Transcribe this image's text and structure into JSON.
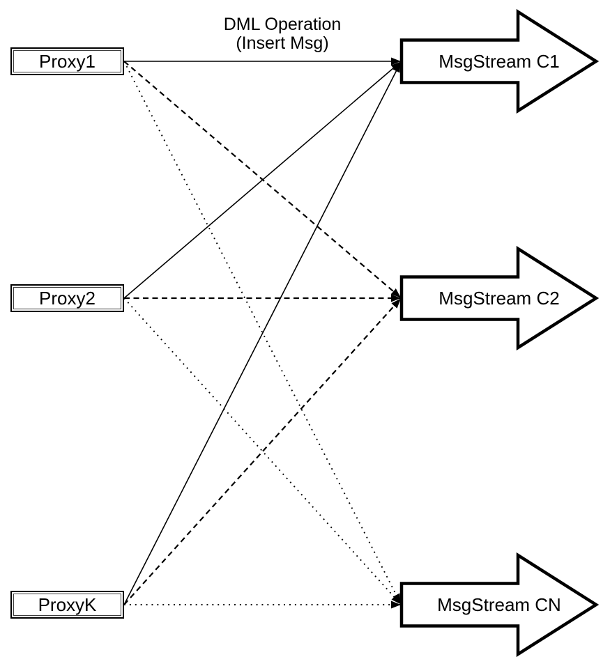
{
  "diagram": {
    "title": {
      "line1": "DML Operation",
      "line2": "(Insert Msg)"
    },
    "proxies": [
      {
        "id": "proxy1",
        "label": "Proxy1"
      },
      {
        "id": "proxy2",
        "label": "Proxy2"
      },
      {
        "id": "proxyk",
        "label": "ProxyK"
      }
    ],
    "streams": [
      {
        "id": "c1",
        "label": "MsgStream C1",
        "shape": "block-arrow-right"
      },
      {
        "id": "c2",
        "label": "MsgStream C2",
        "shape": "block-arrow-right"
      },
      {
        "id": "cn",
        "label": "MsgStream CN",
        "shape": "block-arrow-right"
      }
    ],
    "edges": [
      {
        "from": "Proxy1",
        "to": "MsgStream C1",
        "style": "solid",
        "arrowhead": "filled-triangle"
      },
      {
        "from": "Proxy1",
        "to": "MsgStream C2",
        "style": "dashed",
        "arrowhead": "filled-triangle"
      },
      {
        "from": "Proxy1",
        "to": "MsgStream CN",
        "style": "dotted",
        "arrowhead": "filled-triangle"
      },
      {
        "from": "Proxy2",
        "to": "MsgStream C1",
        "style": "solid",
        "arrowhead": "filled-triangle"
      },
      {
        "from": "Proxy2",
        "to": "MsgStream C2",
        "style": "dashed",
        "arrowhead": "filled-triangle"
      },
      {
        "from": "Proxy2",
        "to": "MsgStream CN",
        "style": "dotted",
        "arrowhead": "filled-triangle"
      },
      {
        "from": "ProxyK",
        "to": "MsgStream C1",
        "style": "solid",
        "arrowhead": "filled-triangle"
      },
      {
        "from": "ProxyK",
        "to": "MsgStream C2",
        "style": "dashed",
        "arrowhead": "filled-triangle"
      },
      {
        "from": "ProxyK",
        "to": "MsgStream CN",
        "style": "dotted",
        "arrowhead": "filled-triangle"
      }
    ],
    "colors": {
      "stroke": "#000000",
      "fill": "#ffffff",
      "text": "#000000",
      "background": "#ffffff"
    }
  }
}
